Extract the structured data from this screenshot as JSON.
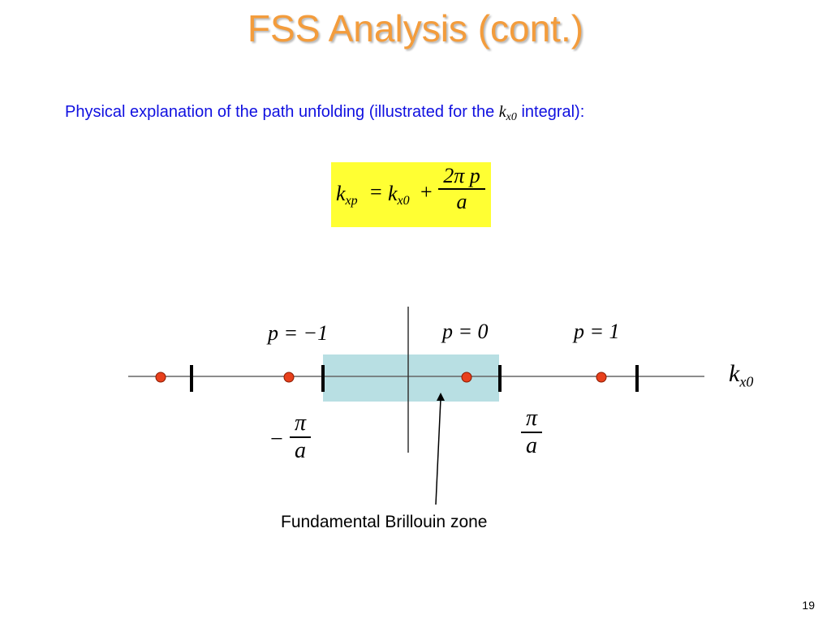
{
  "slide": {
    "title": "FSS Analysis (cont.)",
    "subtitle": {
      "before": "Physical explanation of the path unfolding (illustrated for the ",
      "var": "k",
      "var_sub": "x0",
      "after": " integral):"
    },
    "page_number": "19"
  },
  "formula": {
    "lhs_var": "k",
    "lhs_sub": "xp",
    "equals": "=",
    "rhs_var": "k",
    "rhs_sub": "x0",
    "plus": "+",
    "numerator": "2π p",
    "denominator": "a"
  },
  "diagram": {
    "p_labels": [
      "p = −1",
      "p = 0",
      "p = 1"
    ],
    "axis_label_var": "k",
    "axis_label_sub": "x0",
    "neg_sign": "−",
    "neg_pi_num": "π",
    "neg_pi_den": "a",
    "pi_num": "π",
    "pi_den": "a",
    "zone_label": "Fundamental Brillouin zone",
    "colors": {
      "zone_fill": "#B8DFE3",
      "point": "#E8401C",
      "highlight": "#FFFF33",
      "title": "#F39C3C",
      "subtitle": "#1010E0"
    }
  }
}
